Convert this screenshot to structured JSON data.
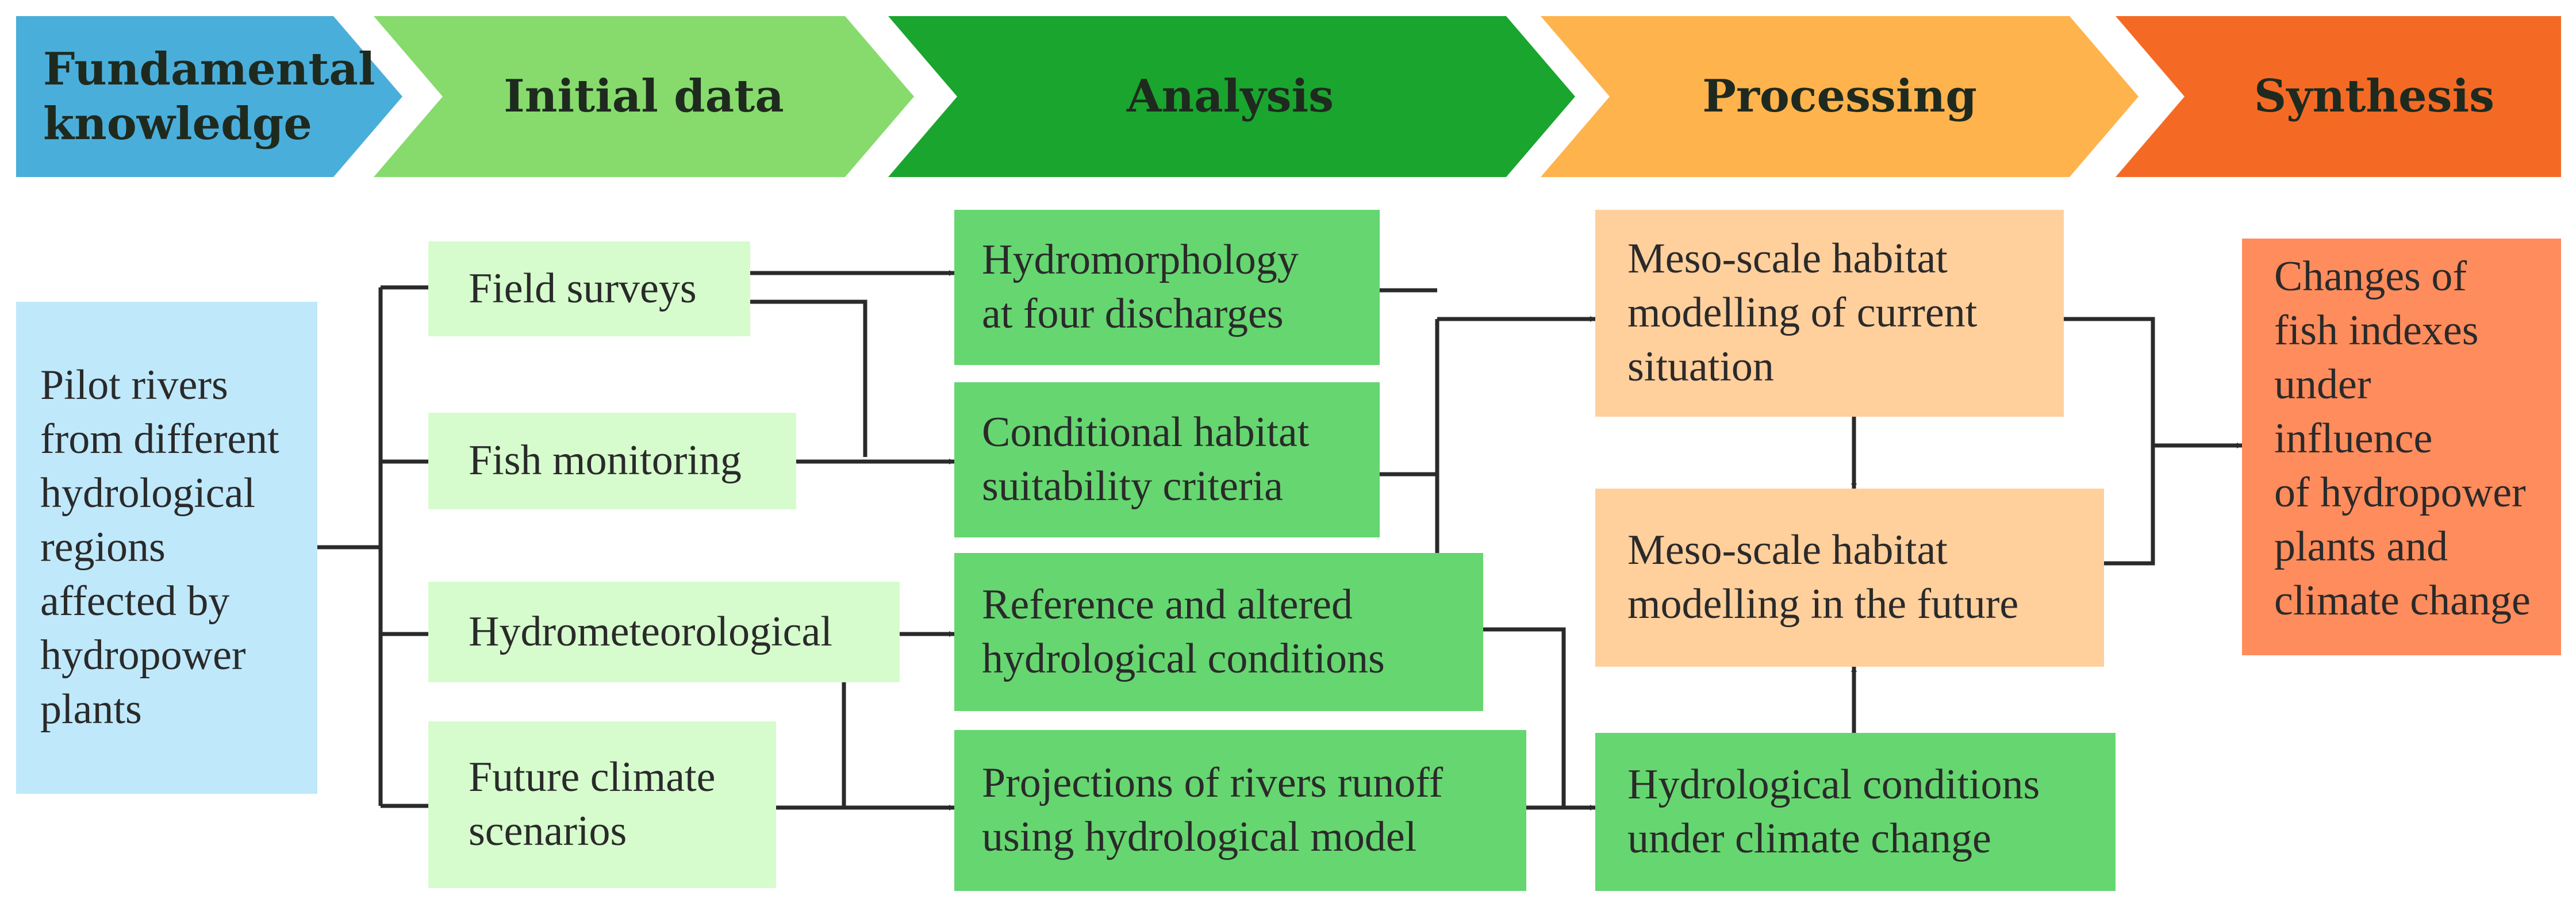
{
  "stages": [
    {
      "id": "fundamental",
      "label": "Fundamental\nknowledge",
      "color": "#4aaedb"
    },
    {
      "id": "initial",
      "label": "Initial data",
      "color": "#86db6c"
    },
    {
      "id": "analysis",
      "label": "Analysis",
      "color": "#1aa52e"
    },
    {
      "id": "processing",
      "label": "Processing",
      "color": "#ffb34d"
    },
    {
      "id": "synthesis",
      "label": "Synthesis",
      "color": "#f46a25"
    }
  ],
  "boxes": {
    "pilot_rivers": {
      "label": "Pilot rivers\nfrom different\nhydrological\nregions\naffected by\nhydropower\nplants",
      "color": "#bfe8fb"
    },
    "field_surveys": {
      "label": "Field surveys",
      "color": "#d6fccd"
    },
    "fish_monitoring": {
      "label": "Fish monitoring",
      "color": "#d6fccd"
    },
    "hydrometeorological": {
      "label": "Hydrometeorological",
      "color": "#d6fccd"
    },
    "future_climate": {
      "label": "Future climate\nscenarios",
      "color": "#d6fccd"
    },
    "hydromorphology": {
      "label": "Hydromorphology\nat four discharges",
      "color": "#66d670"
    },
    "conditional_habitat": {
      "label": "Conditional habitat\nsuitability criteria",
      "color": "#66d670"
    },
    "reference_altered": {
      "label": "Reference and altered\nhydrological conditions",
      "color": "#66d670"
    },
    "projections_runoff": {
      "label": "Projections of rivers runoff\nusing hydrological model",
      "color": "#66d670"
    },
    "meso_current": {
      "label": "Meso-scale habitat\nmodelling of current\nsituation",
      "color": "#ffcf9c"
    },
    "meso_future": {
      "label": "Meso-scale habitat\nmodelling in the future",
      "color": "#ffcf9c"
    },
    "hydro_climate": {
      "label": "Hydrological conditions\nunder climate change",
      "color": "#66d670"
    },
    "changes_fish": {
      "label": "Changes of\nfish indexes\nunder influence\nof hydropower\nplants and\nclimate change",
      "color": "#ff8c5c"
    }
  }
}
